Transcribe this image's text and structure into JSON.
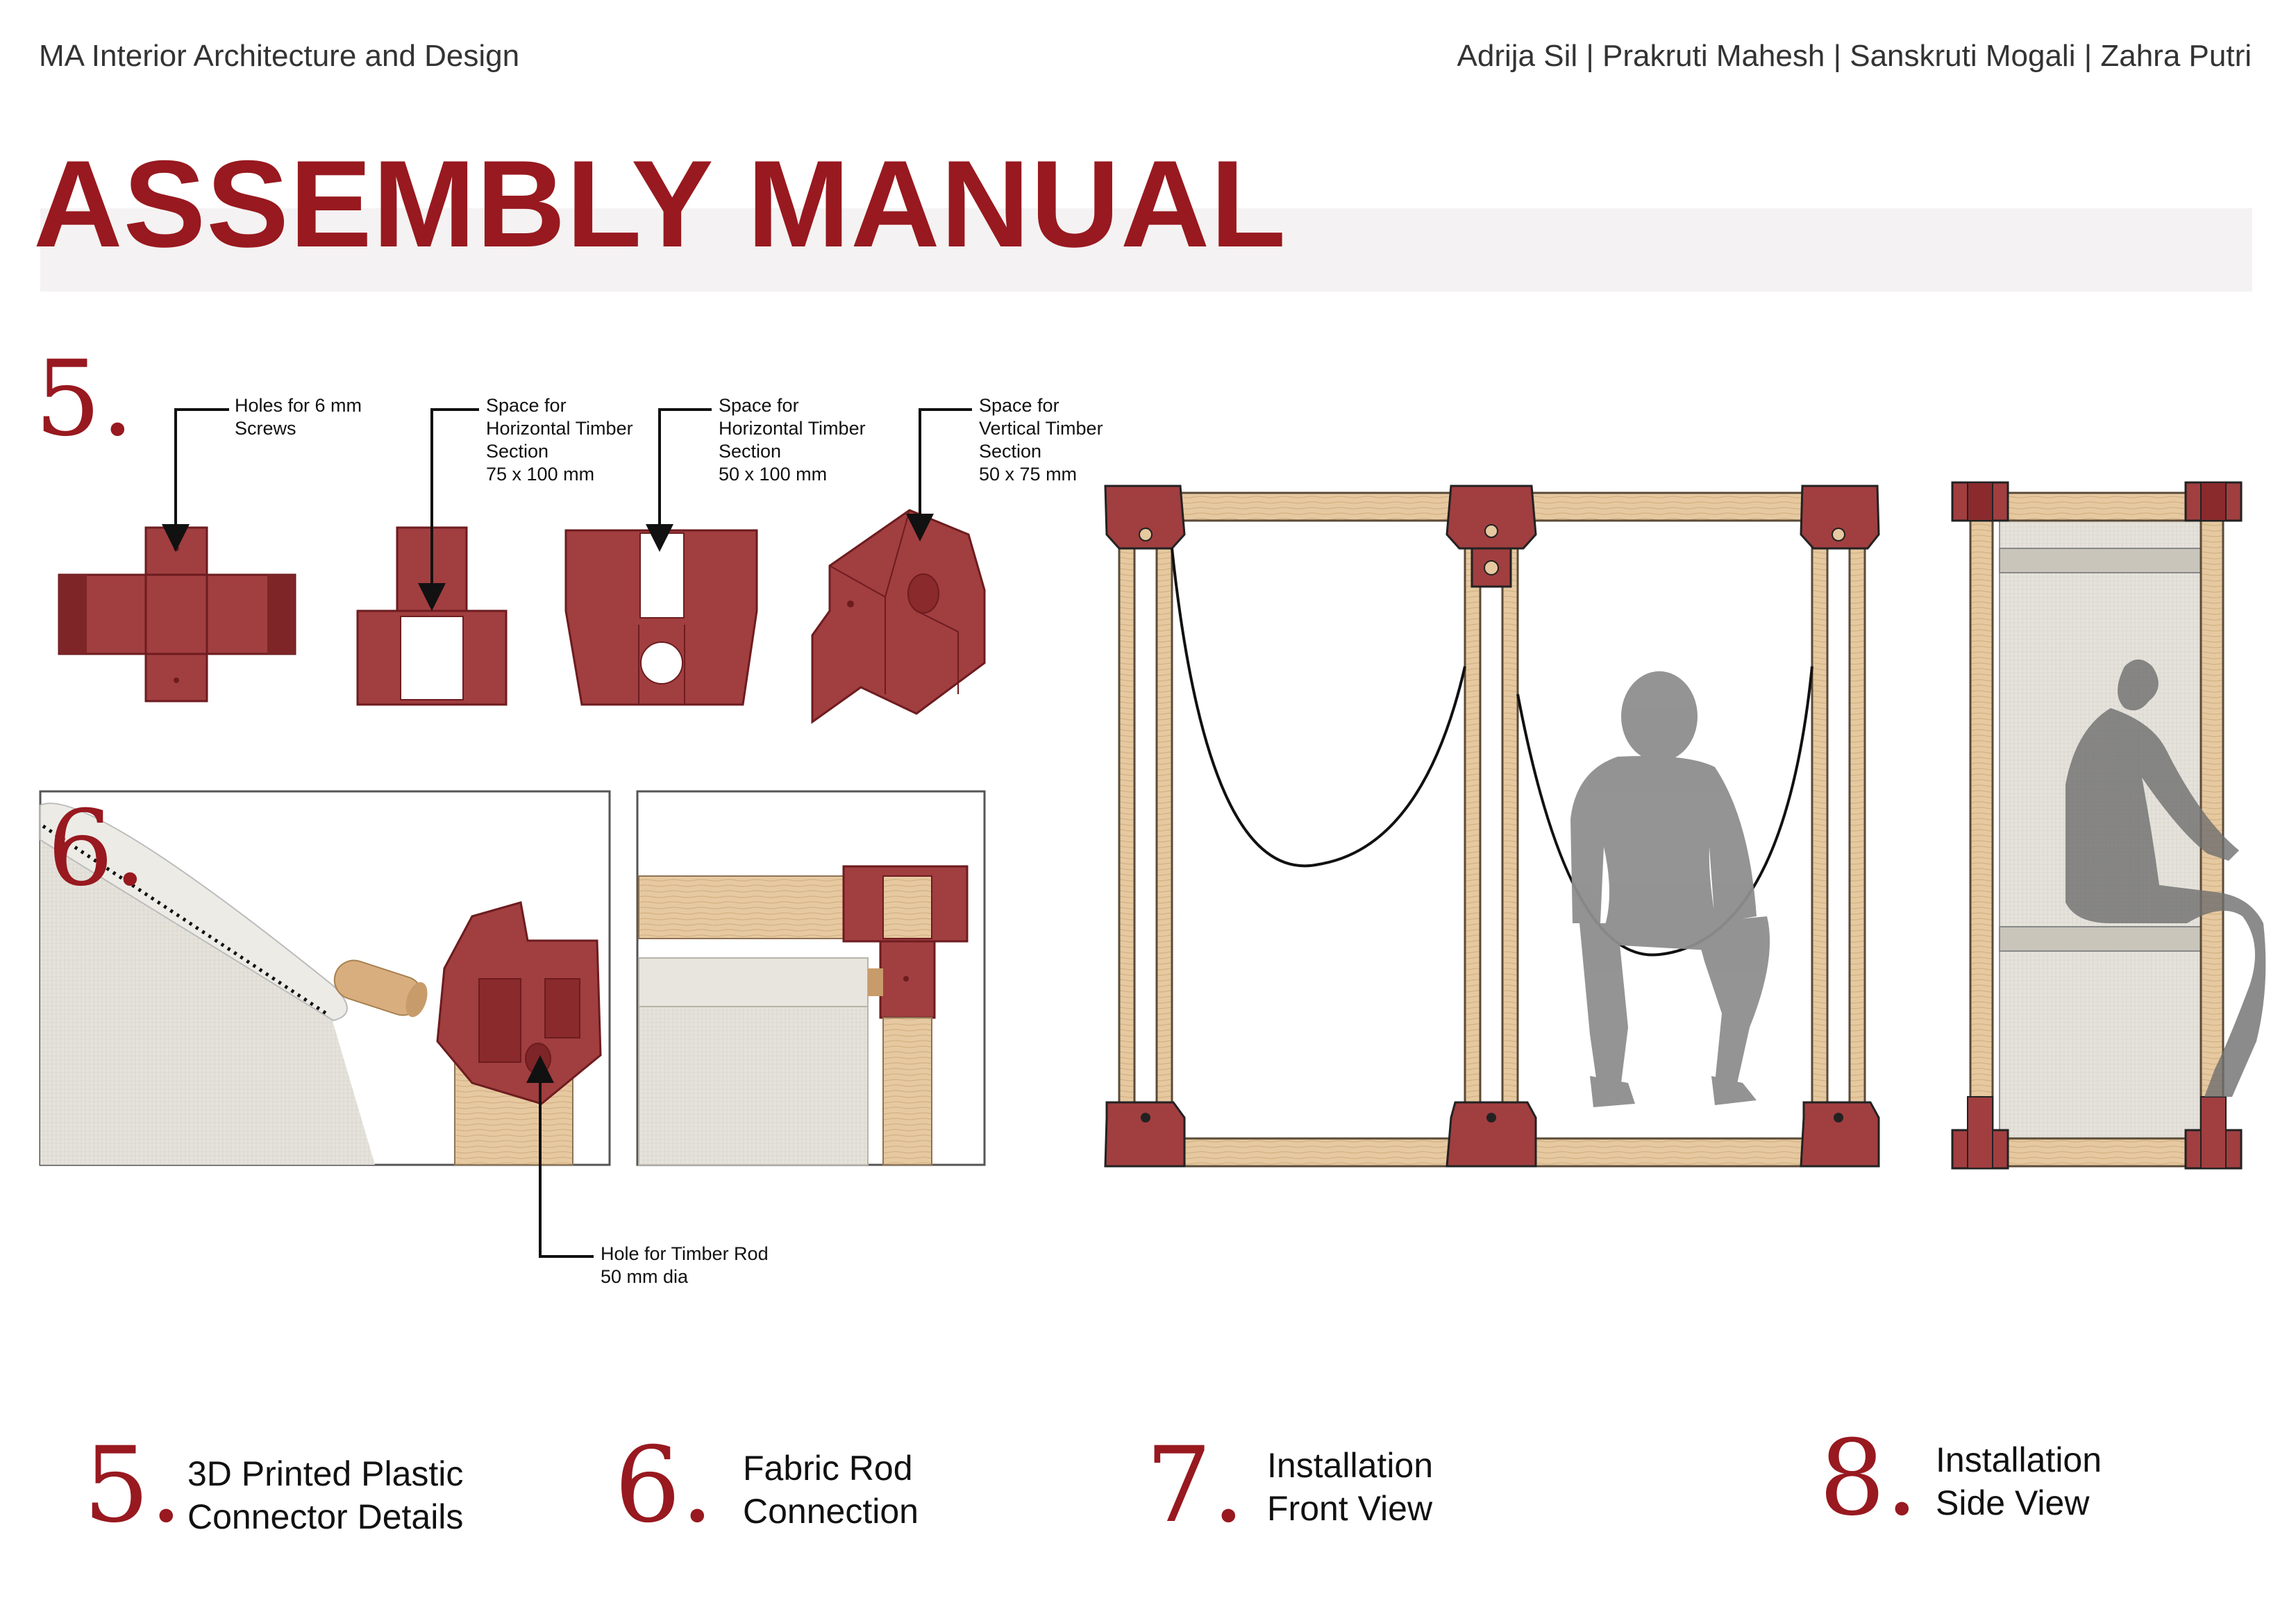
{
  "header": {
    "program": "MA Interior Architecture and Design",
    "authors": "Adrija Sil | Prakruti Mahesh | Sanskruti Mogali | Zahra Putri"
  },
  "title": "ASSEMBLY MANUAL",
  "colors": {
    "accent": "#98191f",
    "connector": "#a13e40",
    "timber": "#e6c9a0",
    "fabric": "#e2dfd8",
    "silhouette": "#8e8e8e"
  },
  "annotations": {
    "screws": "Holes for 6 mm\nScrews",
    "horiz_75": "Space for\nHorizontal Timber\nSection\n75 x 100 mm",
    "horiz_50": "Space for\nHorizontal Timber\nSection\n50 x 100 mm",
    "vertical": "Space for\nVertical Timber\nSection\n50 x 75 mm",
    "rod_hole": "Hole for Timber Rod\n50 mm dia"
  },
  "steps": [
    {
      "num": "5.",
      "caption": "3D Printed Plastic\nConnector Details"
    },
    {
      "num": "6.",
      "caption": "Fabric Rod\nConnection"
    },
    {
      "num": "7.",
      "caption": "Installation\nFront View"
    },
    {
      "num": "8.",
      "caption": "Installation\nSide View"
    }
  ],
  "diagram_markers": {
    "step5": "5.",
    "step6": "6."
  }
}
